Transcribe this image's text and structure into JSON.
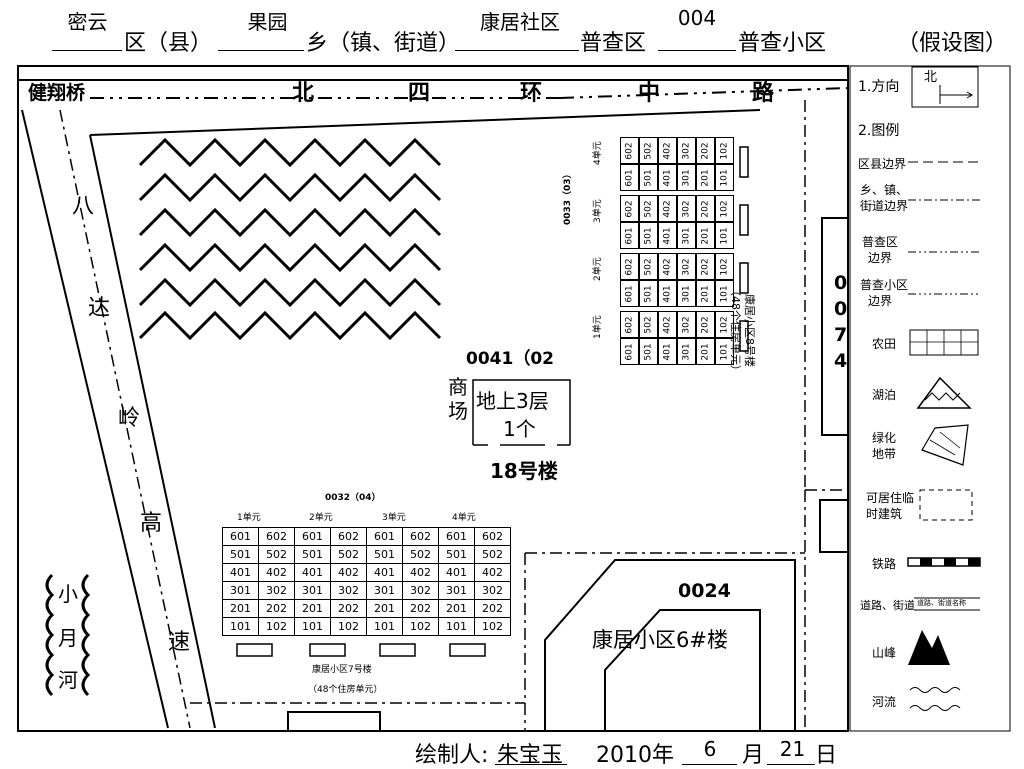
{
  "header": {
    "county": "密云",
    "county_suffix": "区（县）",
    "township": "果园",
    "township_suffix": "乡（镇、街道）",
    "community": "康居社区",
    "district_suffix": "普查区",
    "subdistrict": "004",
    "subdistrict_suffix": "普查小区",
    "note": "（假设图）"
  },
  "map": {
    "bridge": "健翔桥",
    "road_top": [
      "北",
      "四",
      "环",
      "中",
      "路"
    ],
    "road_left": [
      "八",
      "达",
      "岭",
      "高",
      "速"
    ],
    "river": [
      "小",
      "月",
      "河"
    ],
    "side_code": [
      "0",
      "0",
      "7",
      "4"
    ]
  },
  "building8": {
    "code": "0033（03）",
    "title": "康居小区8号楼",
    "subtitle": "（48个住房单元）",
    "units": [
      {
        "name": "4单元",
        "top": [
          "602",
          "502",
          "402",
          "302",
          "202",
          "102"
        ],
        "bottom": [
          "601",
          "501",
          "401",
          "301",
          "201",
          "101"
        ]
      },
      {
        "name": "3单元",
        "top": [
          "602",
          "502",
          "402",
          "302",
          "202",
          "102"
        ],
        "bottom": [
          "601",
          "501",
          "401",
          "301",
          "201",
          "101"
        ]
      },
      {
        "name": "2单元",
        "top": [
          "602",
          "502",
          "402",
          "302",
          "202",
          "102"
        ],
        "bottom": [
          "601",
          "501",
          "401",
          "301",
          "201",
          "101"
        ]
      },
      {
        "name": "1单元",
        "top": [
          "602",
          "502",
          "402",
          "302",
          "202",
          "102"
        ],
        "bottom": [
          "601",
          "501",
          "401",
          "301",
          "201",
          "101"
        ]
      }
    ]
  },
  "building18": {
    "code": "0041（02",
    "shop": [
      "商",
      "场"
    ],
    "floors": "地上3层",
    "count": "1个",
    "name": "18号楼"
  },
  "building7": {
    "code": "0032（04）",
    "units": [
      "1单元",
      "2单元",
      "3单元",
      "4单元"
    ],
    "rows": [
      [
        "601",
        "602",
        "601",
        "602",
        "601",
        "602",
        "601",
        "602"
      ],
      [
        "501",
        "502",
        "501",
        "502",
        "501",
        "502",
        "501",
        "502"
      ],
      [
        "401",
        "402",
        "401",
        "402",
        "401",
        "402",
        "401",
        "402"
      ],
      [
        "301",
        "302",
        "301",
        "302",
        "301",
        "302",
        "301",
        "302"
      ],
      [
        "201",
        "202",
        "201",
        "202",
        "201",
        "202",
        "201",
        "202"
      ],
      [
        "101",
        "102",
        "101",
        "102",
        "101",
        "102",
        "101",
        "102"
      ]
    ],
    "title": "康居小区7号楼",
    "subtitle": "（48个住房单元）"
  },
  "building6": {
    "code": "0024",
    "name": "康居小区6#楼"
  },
  "legend": {
    "direction": "1.方向",
    "north": "北",
    "legend_title": "2.图例",
    "items": {
      "county_border": "区县边界",
      "town_border": [
        "乡、镇、",
        "街道边界"
      ],
      "district_border": [
        "普查区",
        "边界"
      ],
      "subdistrict_border": [
        "普查小区",
        "边界"
      ],
      "farm": "农田",
      "lake": "湖泊",
      "green": [
        "绿化",
        "地带"
      ],
      "temp_building": [
        "可居住临",
        "时建筑"
      ],
      "railway": "铁路",
      "road": "道路、街道",
      "road_sample": "道路、街道名称",
      "mountain": "山峰",
      "river": "河流"
    }
  },
  "footer": {
    "drawer_label": "绘制人:",
    "drawer": "朱宝玉",
    "year": "2010年",
    "month": "6",
    "month_label": "月",
    "day": "21",
    "day_label": "日"
  }
}
